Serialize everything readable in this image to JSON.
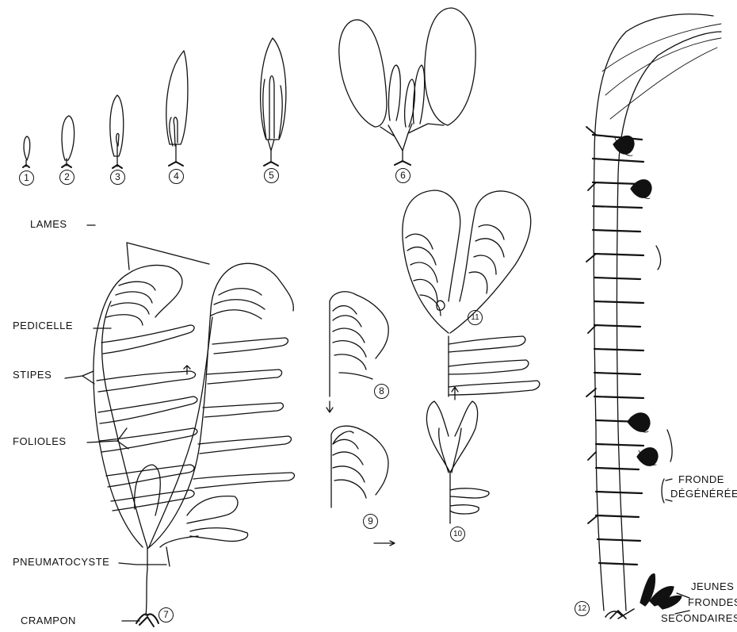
{
  "figure": {
    "labels": {
      "lames": "LAMES",
      "pedicelle": "PEDICELLE",
      "stipes": "STIPES",
      "folioles": "FOLIOLES",
      "pneumatocyste": "PNEUMATOCYSTE",
      "crampon": "CRAMPON",
      "fronde": "FRONDE",
      "degeneree": "DÉGÉNÉRÉE",
      "jeunes": "JEUNES",
      "frondes": "FRONDES",
      "secondaires": "SECONDAIRES"
    },
    "stage_numbers": [
      "1",
      "2",
      "3",
      "4",
      "5",
      "6",
      "7",
      "8",
      "9",
      "10",
      "11",
      "12"
    ]
  }
}
